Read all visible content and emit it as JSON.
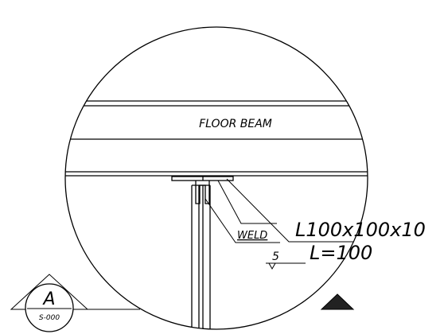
{
  "drawing": {
    "beam_label": "FLOOR BEAM",
    "weld_label": "WELD",
    "weld_size": "5",
    "angle_section": "L100x100x10",
    "angle_length": "L=100",
    "section_marker": {
      "letter": "A",
      "sheet_ref": "S-000"
    }
  }
}
